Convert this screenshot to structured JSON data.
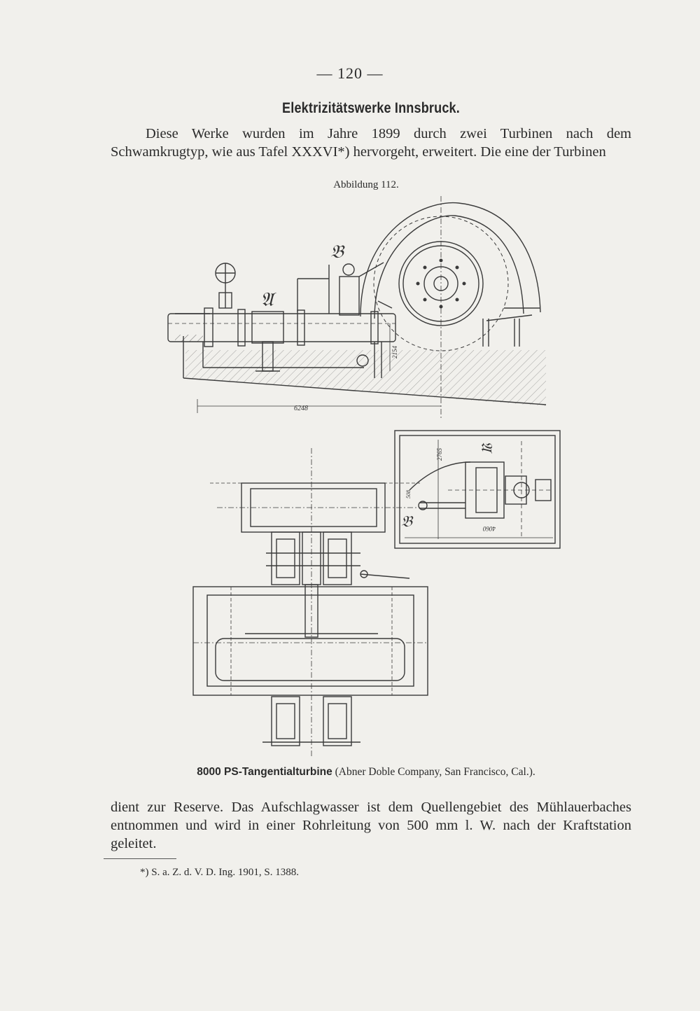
{
  "page": {
    "number": "— 120 —",
    "heading": "Elektrizitätswerke Innsbruck.",
    "intro_text": "Diese Werke wurden im Jahre 1899 durch zwei Turbinen nach dem Schwamkrugtyp, wie aus Tafel XXXVI*) hervorgeht, erweitert. Die eine der Turbinen",
    "figure_label": "Abbildung 112.",
    "caption_main": "8000 PS-Tangentialturbine",
    "caption_rest": " (Abner Doble Company, San Francisco, Cal.).",
    "after_text": "dient zur Reserve. Das Aufschlagwasser ist dem Quellengebiet des Mühlauerbaches entnommen und wird in einer Rohrleitung von 500 mm l. W. nach der Kraftstation geleitet.",
    "footnote": "*) S. a. Z. d. V. D. Ing. 1901, S. 1388."
  },
  "drawing": {
    "label_a": "𝔄",
    "label_b": "𝔅",
    "dim_length": "6248",
    "dim_height": "2154",
    "inset_dim_1": "2765",
    "inset_dim_2": "4060",
    "inset_dim_3": "508"
  }
}
